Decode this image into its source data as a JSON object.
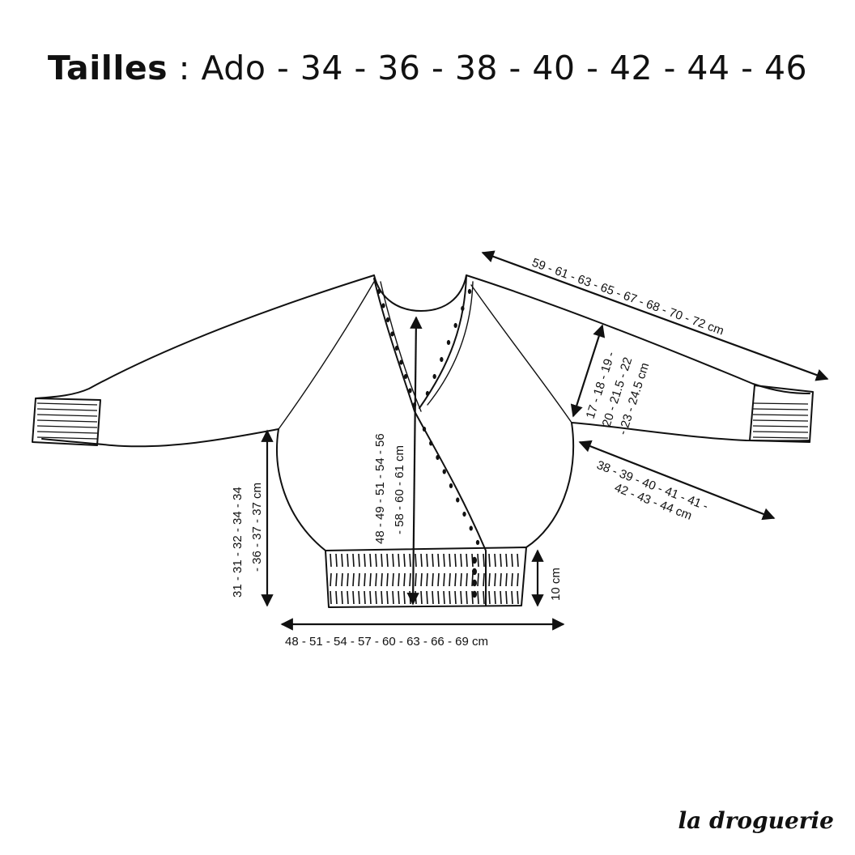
{
  "title": {
    "label": "Tailles",
    "separator": " : ",
    "sizes": "Ado - 34 - 36 - 38 - 40 - 42 - 44 - 46"
  },
  "dimensions": {
    "sleeve_length": "59 - 61 - 63 - 65 - 67 - 68 - 70 - 72 cm",
    "armhole_line1": "17 - 18 - 19 -",
    "armhole_line2": "20 - 21.5 - 22",
    "armhole_line3": "- 23 - 24.5 cm",
    "underarm_line1": "38 - 39 - 40 - 41 - 41 -",
    "underarm_line2": "42 - 43 - 44 cm",
    "body_length_line1": "48 - 49 - 51 - 54 - 56",
    "body_length_line2": "- 58 - 60 - 61 cm",
    "side_length_line1": "31 - 31 - 32 - 34 - 34",
    "side_length_line2": "- 36 - 37 - 37 cm",
    "ribbing": "10 cm",
    "width": "48 - 51 - 54 - 57 - 60 - 63 - 66 - 69 cm"
  },
  "brand": "la droguerie"
}
